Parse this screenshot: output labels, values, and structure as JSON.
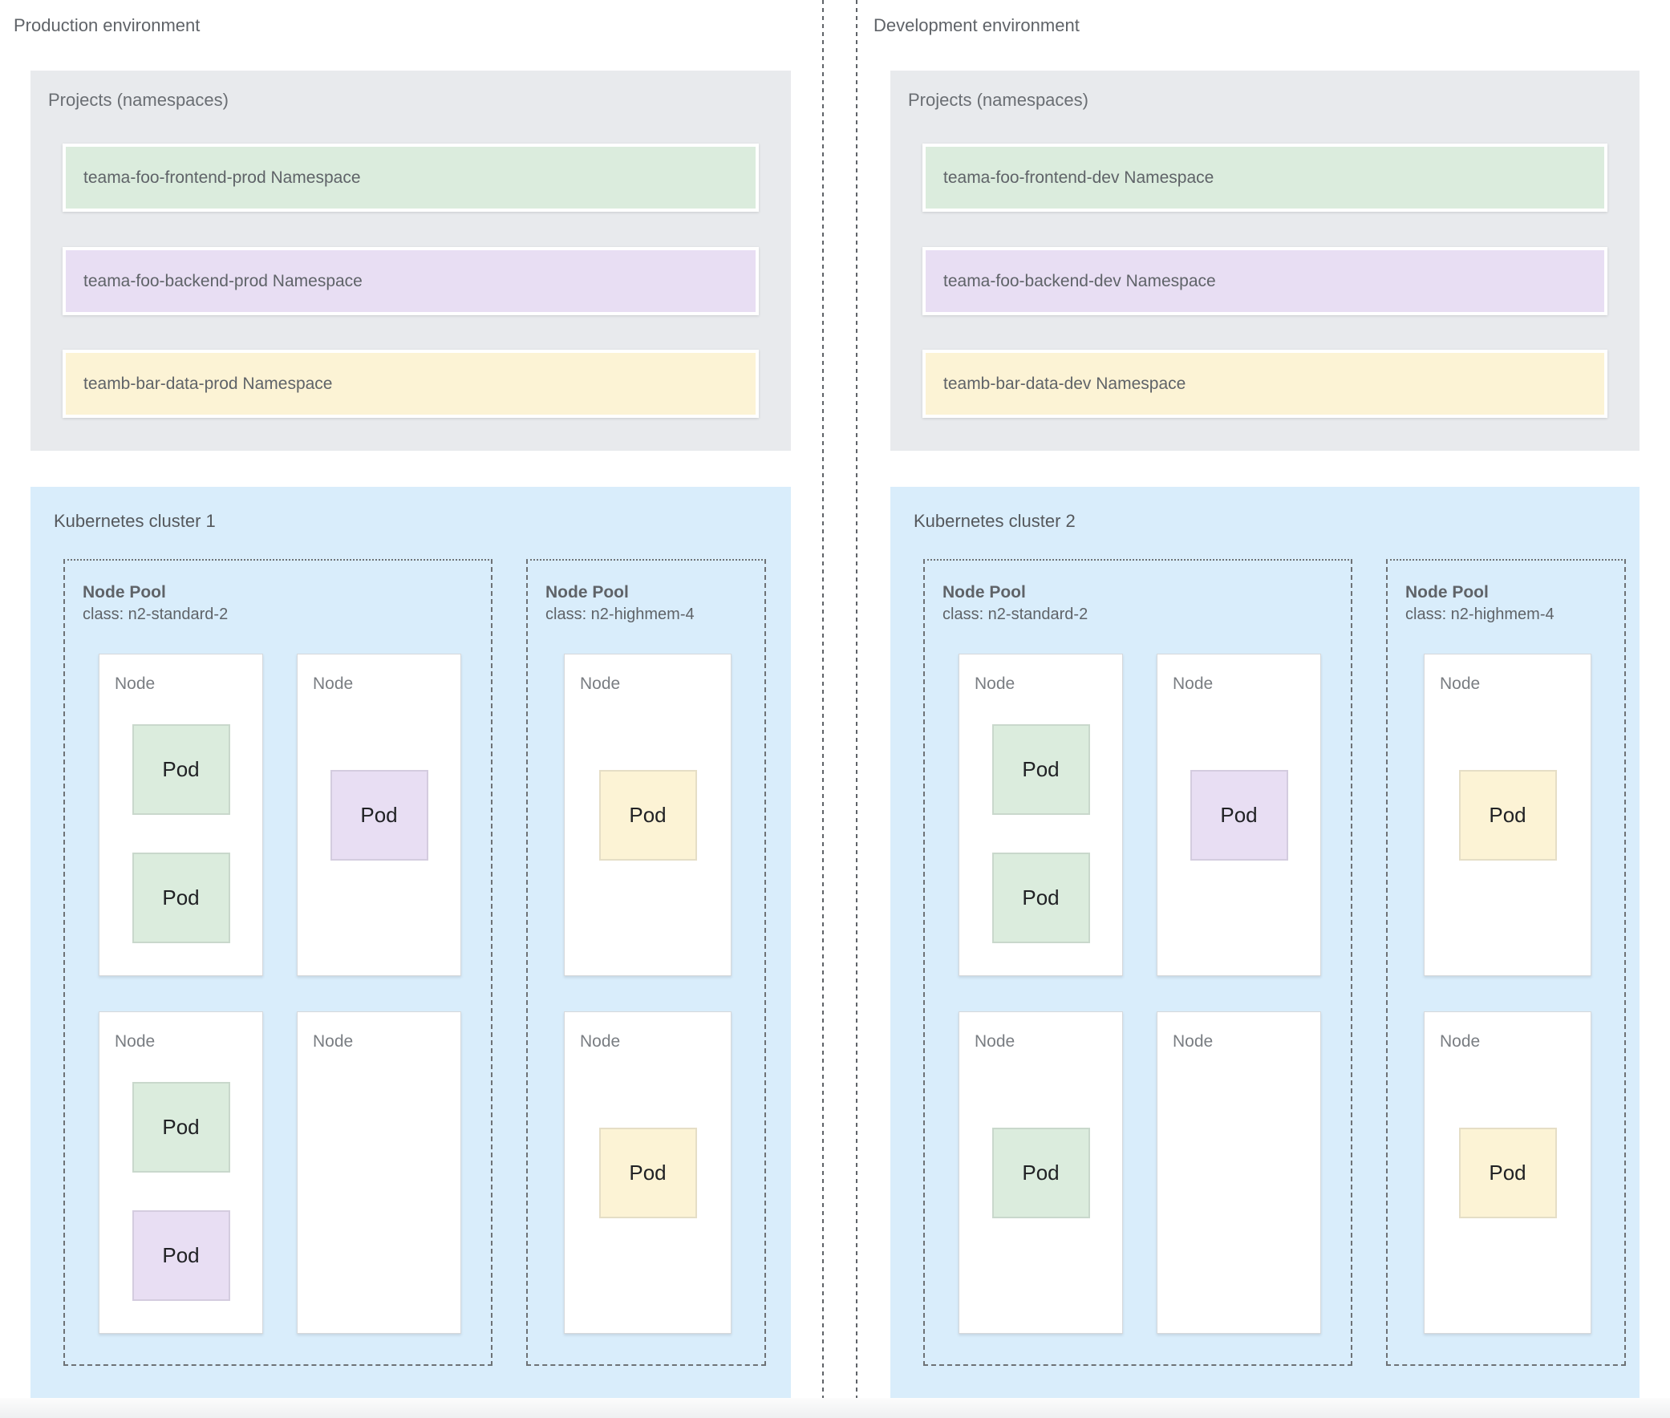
{
  "colors": {
    "green": "#dbecdd",
    "purple": "#e8def3",
    "yellow": "#fcf3d5",
    "projects_bg": "#e8eaed",
    "cluster_bg": "#d9edfb",
    "label_text": "#5f6368",
    "pod_text": "#202124"
  },
  "divider": {
    "style": "double-dashed-vertical"
  },
  "environments": [
    {
      "label": "Production environment",
      "projects": {
        "title": "Projects (namespaces)",
        "namespaces": [
          {
            "name": "teama-foo-frontend-prod Namespace",
            "color": "green"
          },
          {
            "name": "teama-foo-backend-prod Namespace",
            "color": "purple"
          },
          {
            "name": "teamb-bar-data-prod Namespace",
            "color": "yellow"
          }
        ]
      },
      "cluster": {
        "title": "Kubernetes cluster 1",
        "pools": [
          {
            "title": "Node Pool",
            "machine_class": "class: n2-standard-2",
            "layout": "wide",
            "nodes": [
              {
                "label": "Node",
                "arrangement": "stacked",
                "pods": [
                  {
                    "label": "Pod",
                    "color": "green"
                  },
                  {
                    "label": "Pod",
                    "color": "green"
                  }
                ]
              },
              {
                "label": "Node",
                "arrangement": "centered",
                "pods": [
                  {
                    "label": "Pod",
                    "color": "purple"
                  }
                ]
              },
              {
                "label": "Node",
                "arrangement": "stacked",
                "pods": [
                  {
                    "label": "Pod",
                    "color": "green"
                  },
                  {
                    "label": "Pod",
                    "color": "purple"
                  }
                ]
              },
              {
                "label": "Node",
                "arrangement": "centered",
                "pods": []
              }
            ]
          },
          {
            "title": "Node Pool",
            "machine_class": "class: n2-highmem-4",
            "layout": "narrow",
            "nodes": [
              {
                "label": "Node",
                "arrangement": "centered",
                "pods": [
                  {
                    "label": "Pod",
                    "color": "yellow"
                  }
                ]
              },
              {
                "label": "Node",
                "arrangement": "centered",
                "pods": [
                  {
                    "label": "Pod",
                    "color": "yellow"
                  }
                ]
              }
            ]
          }
        ]
      }
    },
    {
      "label": "Development environment",
      "projects": {
        "title": "Projects (namespaces)",
        "namespaces": [
          {
            "name": "teama-foo-frontend-dev Namespace",
            "color": "green"
          },
          {
            "name": "teama-foo-backend-dev Namespace",
            "color": "purple"
          },
          {
            "name": "teamb-bar-data-dev Namespace",
            "color": "yellow"
          }
        ]
      },
      "cluster": {
        "title": "Kubernetes cluster 2",
        "pools": [
          {
            "title": "Node Pool",
            "machine_class": "class: n2-standard-2",
            "layout": "wide",
            "nodes": [
              {
                "label": "Node",
                "arrangement": "stacked",
                "pods": [
                  {
                    "label": "Pod",
                    "color": "green"
                  },
                  {
                    "label": "Pod",
                    "color": "green"
                  }
                ]
              },
              {
                "label": "Node",
                "arrangement": "centered",
                "pods": [
                  {
                    "label": "Pod",
                    "color": "purple"
                  }
                ]
              },
              {
                "label": "Node",
                "arrangement": "centered",
                "pods": [
                  {
                    "label": "Pod",
                    "color": "green"
                  }
                ]
              },
              {
                "label": "Node",
                "arrangement": "centered",
                "pods": []
              }
            ]
          },
          {
            "title": "Node Pool",
            "machine_class": "class: n2-highmem-4",
            "layout": "narrow",
            "nodes": [
              {
                "label": "Node",
                "arrangement": "centered",
                "pods": [
                  {
                    "label": "Pod",
                    "color": "yellow"
                  }
                ]
              },
              {
                "label": "Node",
                "arrangement": "centered",
                "pods": [
                  {
                    "label": "Pod",
                    "color": "yellow"
                  }
                ]
              }
            ]
          }
        ]
      }
    }
  ]
}
